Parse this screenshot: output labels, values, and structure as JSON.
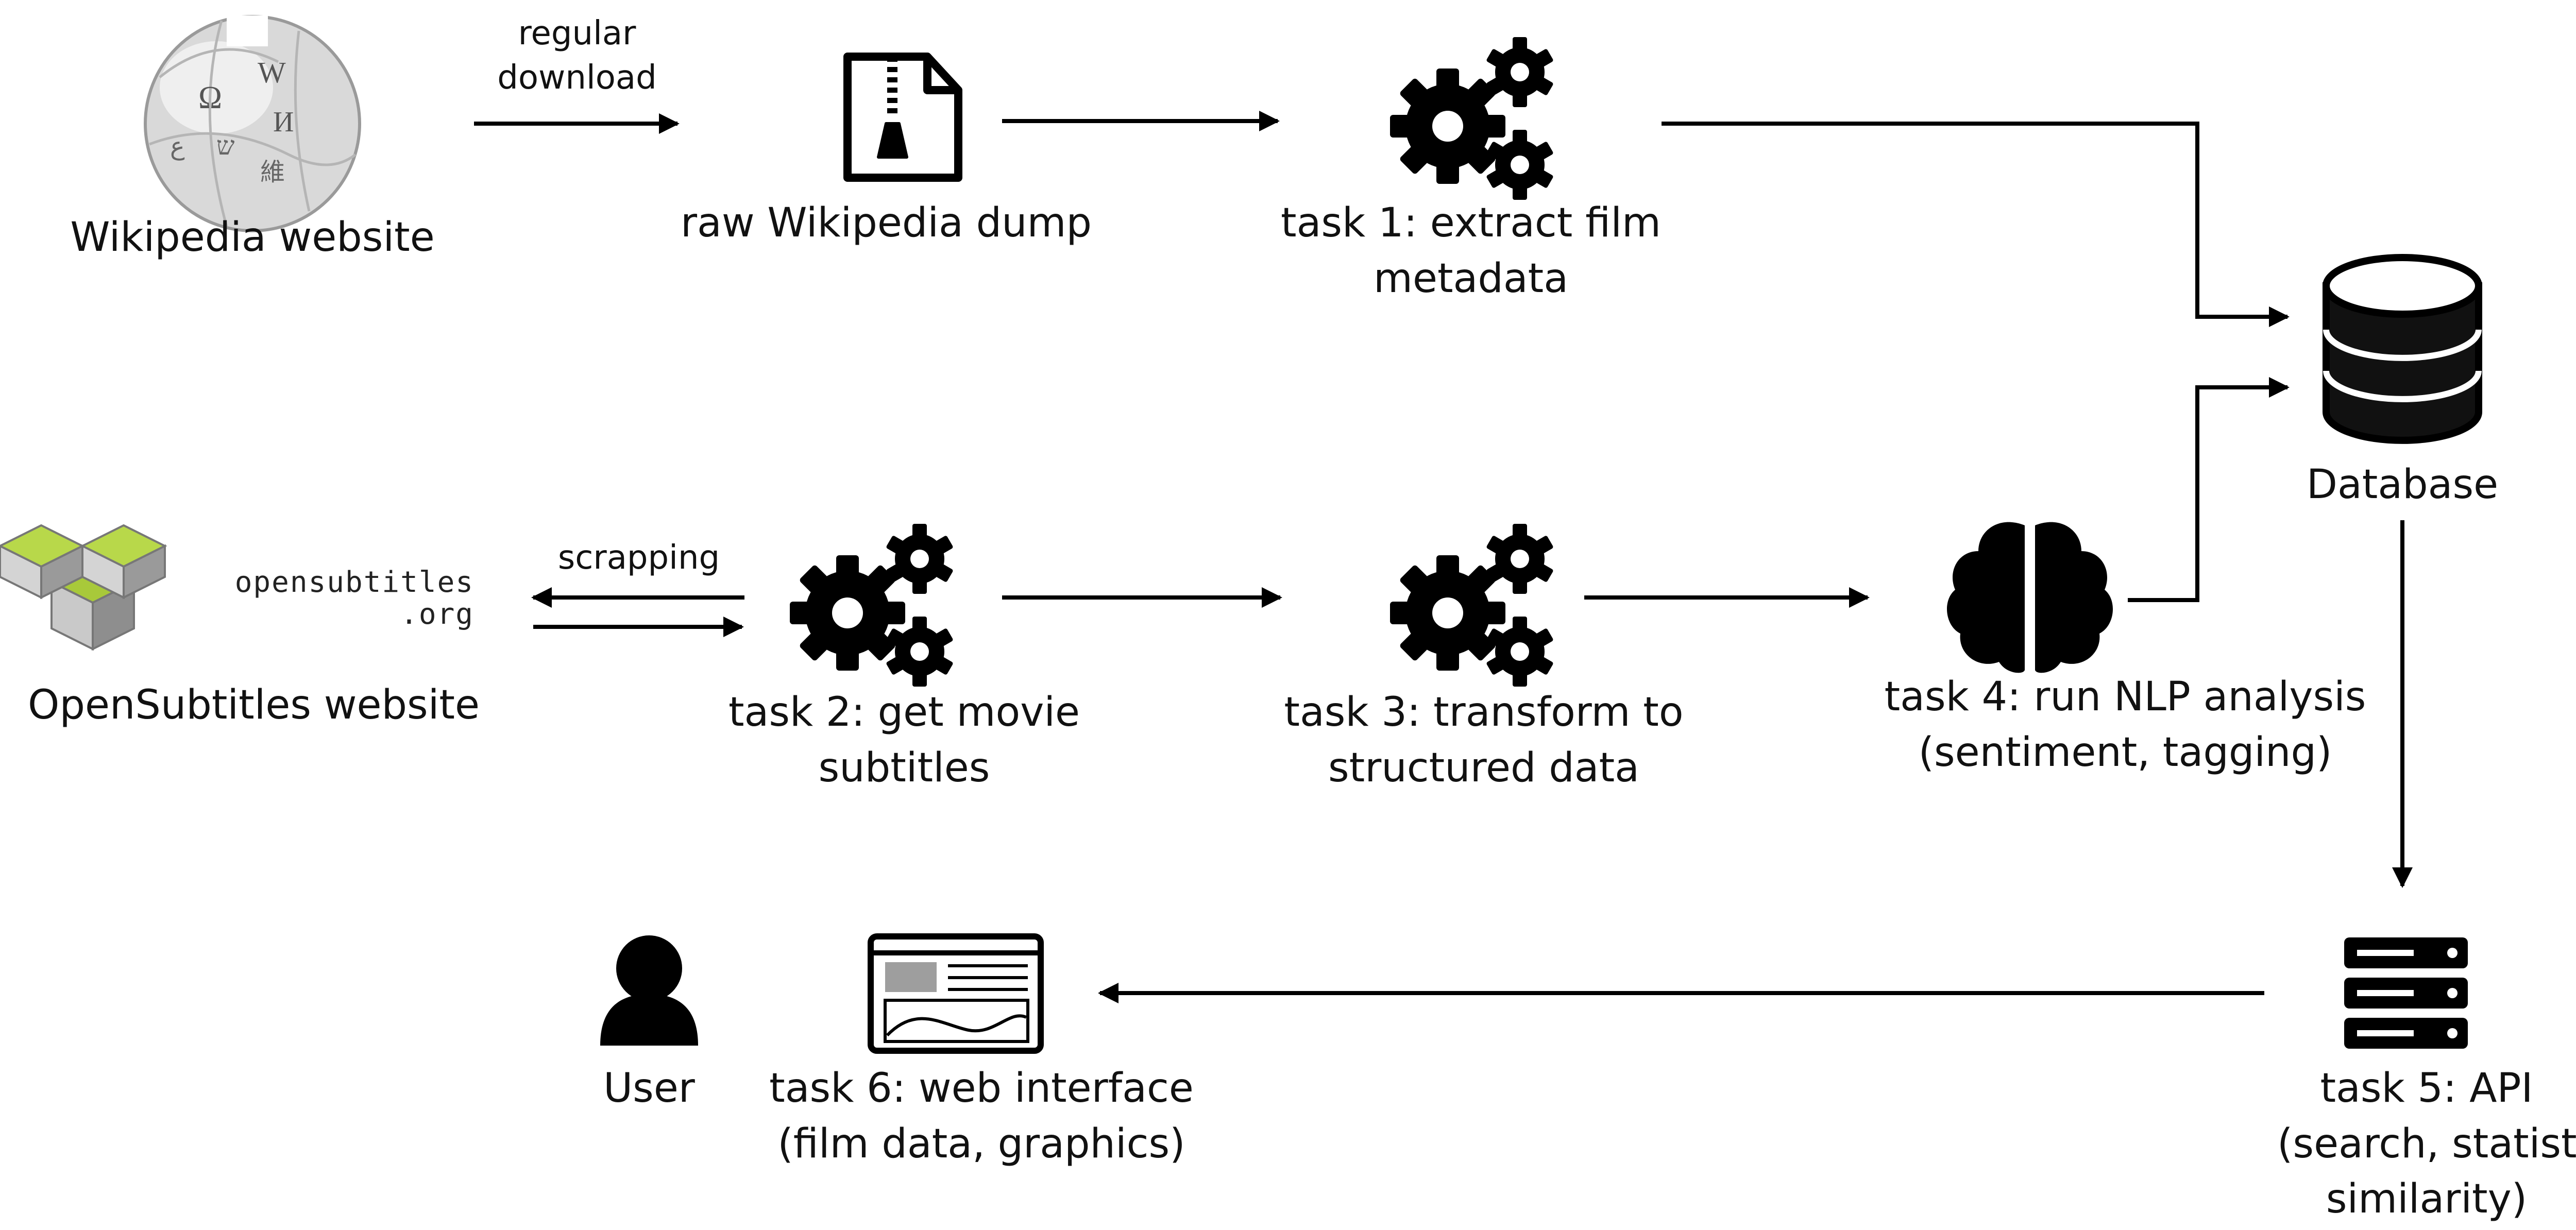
{
  "nodes": {
    "wikipedia": {
      "label": "Wikipedia website",
      "icon": "wikipedia-globe-icon"
    },
    "raw_dump": {
      "label": "raw Wikipedia dump",
      "icon": "zip-file-icon"
    },
    "task1": {
      "line1": "task 1: extract film",
      "line2": "metadata",
      "icon": "gears-icon"
    },
    "database": {
      "label": "Database",
      "icon": "database-icon"
    },
    "opensubtitles": {
      "label": "OpenSubtitles website",
      "logo_line1": "opensubtitles",
      "logo_line2": ".org",
      "icon": "opensubtitles-logo"
    },
    "task2": {
      "line1": "task 2: get movie",
      "line2": "subtitles",
      "icon": "gears-icon"
    },
    "task3": {
      "line1": "task 3: transform to",
      "line2": "structured data",
      "icon": "gears-icon"
    },
    "task4": {
      "line1": "task 4: run NLP analysis",
      "line2": "(sentiment, tagging)",
      "icon": "brain-icon"
    },
    "task5": {
      "line1": "task 5: API",
      "line2": "(search, statistics,",
      "line3": "similarity)",
      "icon": "server-icon"
    },
    "task6": {
      "line1": "task 6: web interface",
      "line2": "(film data, graphics)",
      "icon": "web-page-icon"
    },
    "user": {
      "label": "User",
      "icon": "user-icon"
    }
  },
  "edges": {
    "wiki_to_dump": {
      "line1": "regular",
      "line2": "download"
    },
    "scrapping": {
      "label": "scrapping"
    }
  }
}
